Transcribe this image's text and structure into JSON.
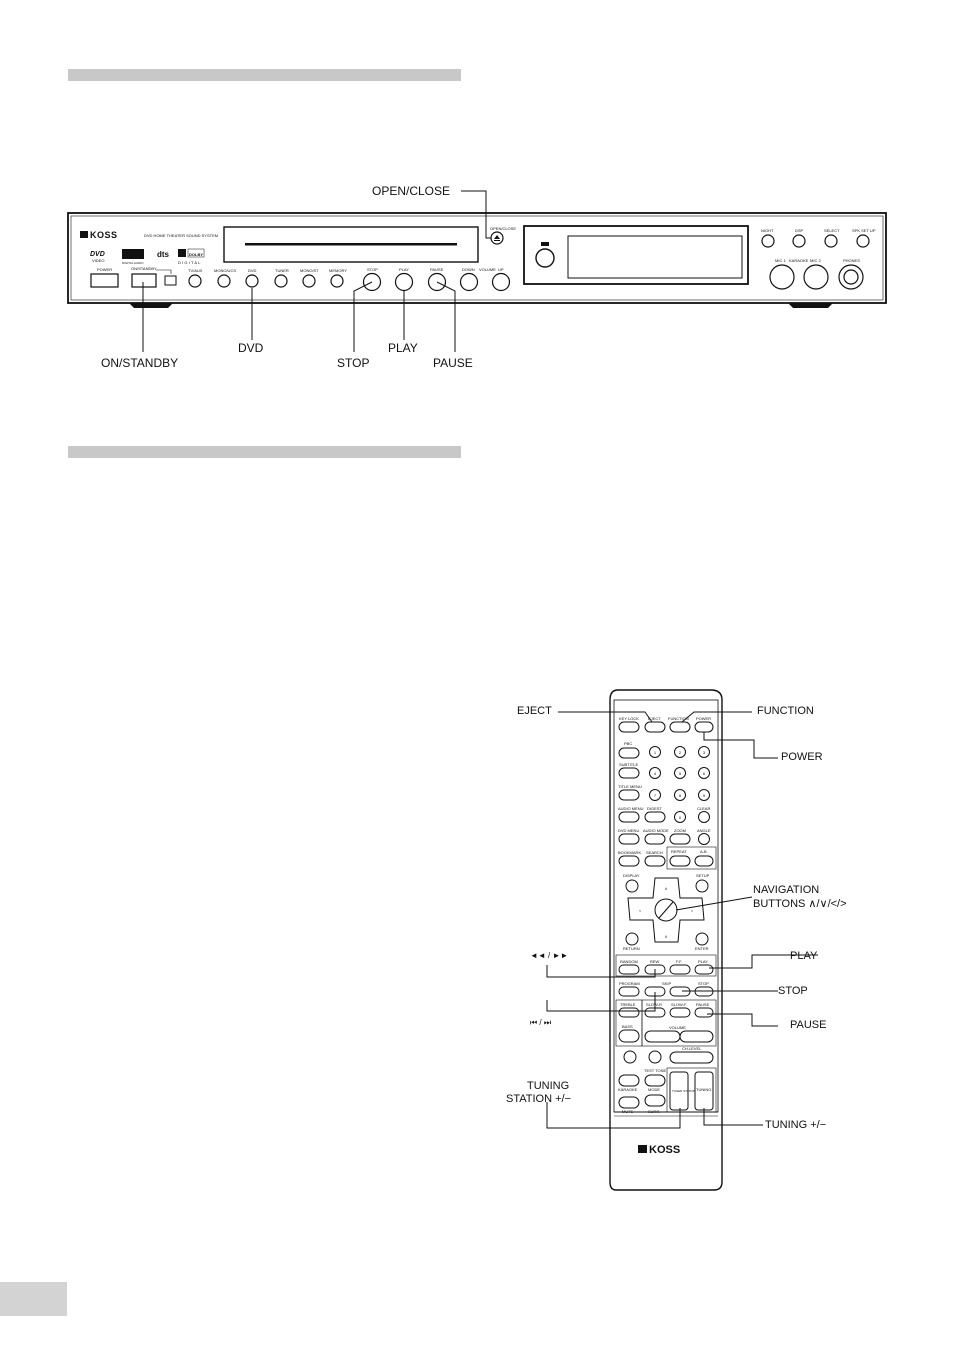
{
  "front_panel": {
    "brand": "KOSS",
    "model_text": "DVD HOME THEATER SOUND SYSTEM",
    "logos": {
      "dvd": "DVD",
      "video": "VIDEO",
      "disc": "DIGITAL AUDIO",
      "dts": "dts",
      "dolby": "DOLBY",
      "digital": "DIGITAL"
    },
    "panel_labels": {
      "power": "POWER",
      "on_standby": "ON/STANDBY",
      "tv_aux": "TV/AUX",
      "mono_ucs": "MONO/UCS",
      "dvd": "DVD",
      "tuner": "TUNER",
      "mono_st": "MONO/ST",
      "memory": "MEMORY",
      "stop": "STOP",
      "play": "PLAY",
      "pause": "PAUSE",
      "down": "DOWN",
      "volume": "VOLUME",
      "up": "UP",
      "open_close": "OPEN/CLOSE",
      "night": "NIGHT",
      "dsp": "DSP",
      "select": "SELECT",
      "spk_setup": "SPK SET UP",
      "mic1": "MIC 1",
      "karaoke": "KARAOKE",
      "mic2": "MIC 2",
      "phones": "PHONES"
    },
    "callouts": {
      "open_close": "OPEN/CLOSE",
      "on_standby": "ON/STANDBY",
      "dvd": "DVD",
      "stop": "STOP",
      "play": "PLAY",
      "pause": "PAUSE"
    }
  },
  "remote": {
    "brand": "KOSS",
    "keys": {
      "key_lock": "KEY LOCK",
      "eject": "EJECT",
      "function": "FUNCTION",
      "power": "POWER",
      "pbc": "PBC",
      "subtitle": "SUBTITLE",
      "title_menu": "TITLE MENU",
      "audio_menu": "AUDIO MENU",
      "digest": "DIGEST",
      "clear": "CLEAR",
      "dvd_menu": "DVD MENU",
      "audio_mode": "AUDIO MODE",
      "zoom": "ZOOM",
      "angle": "ANGLE",
      "bookmark": "BOOKMARK",
      "search": "SEARCH",
      "repeat": "REPEAT",
      "ab": "A-B",
      "display": "DISPLAY",
      "setup": "SETUP",
      "return": "RETURN",
      "enter": "ENTER",
      "random": "RANDOM",
      "rew": "REW",
      "ff": "F.F.",
      "play": "PLAY",
      "program": "PROGRAM",
      "skip": "SKIP",
      "stop": "STOP",
      "treble": "TREBLE",
      "slow_r": "SLOW-R",
      "slow_f": "SLOW-F",
      "pause": "PAUSE",
      "bass": "BASS",
      "volume": "VOLUME",
      "ch_level": "CH.LEVEL",
      "test_tone": "TEST TONE",
      "karaoke": "KARAOKE",
      "mode": "MODE",
      "tuner_station": "TUNER STATION",
      "tuning": "TUNING",
      "mute": "MUTE",
      "surr": "SURR."
    },
    "digits": [
      "1",
      "2",
      "3",
      "4",
      "5",
      "6",
      "7",
      "8",
      "9",
      "0"
    ],
    "callouts": {
      "eject": "EJECT",
      "function": "FUNCTION",
      "power": "POWER",
      "navigation": "NAVIGATION",
      "navigation_2": "BUTTONS ∧/∨/</>",
      "rew_ff": "◄◄ / ►►",
      "play": "PLAY",
      "stop": "STOP",
      "skip": "⏮ / ⏭",
      "pause": "PAUSE",
      "tuning_station": "TUNING",
      "tuning_station_2": "STATION +/−",
      "tuning": "TUNING +/−"
    }
  }
}
